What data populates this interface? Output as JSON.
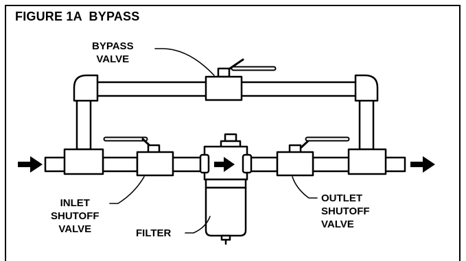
{
  "figure": {
    "title": "FIGURE 1A  BYPASS"
  },
  "labels": {
    "bypass_valve": [
      "BYPASS",
      "VALVE"
    ],
    "inlet_shutoff_valve": [
      "INLET",
      "SHUTOFF",
      "VALVE"
    ],
    "filter": "FILTER",
    "outlet_shutoff_valve": [
      "OUTLET",
      "SHUTOFF",
      "VALVE"
    ]
  },
  "colors": {
    "line": "#000000",
    "fill": "#ffffff"
  }
}
